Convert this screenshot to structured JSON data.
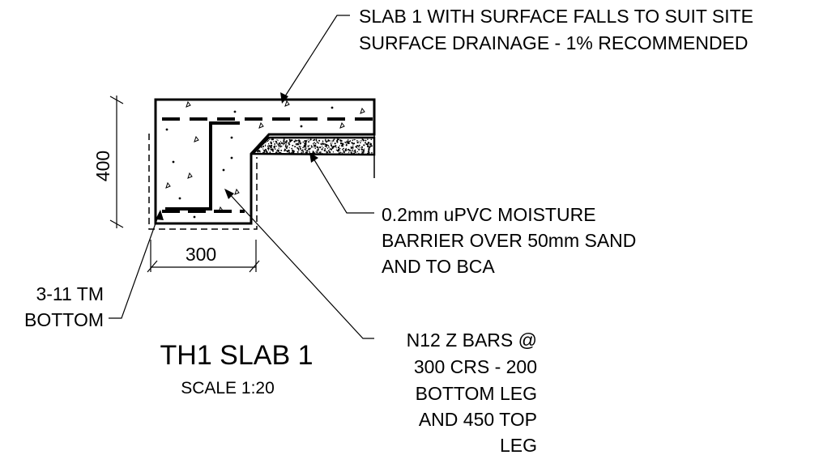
{
  "notes": {
    "slab_note_line1": "SLAB 1 WITH SURFACE FALLS TO SUIT SITE",
    "slab_note_line2": "SURFACE DRAINAGE - 1% RECOMMENDED",
    "barrier_line1": "0.2mm uPVC MOISTURE",
    "barrier_line2": "BARRIER OVER 50mm SAND",
    "barrier_line3": "AND TO BCA",
    "bars_line1": "N12 Z BARS @",
    "bars_line2": "300 CRS - 200",
    "bars_line3": "BOTTOM LEG",
    "bars_line4": "AND 450 TOP",
    "bars_line5": "LEG",
    "mesh_line1": "3-11 TM",
    "mesh_line2": "BOTTOM"
  },
  "dimensions": {
    "height": "400",
    "width": "300"
  },
  "title": {
    "main": "TH1 SLAB 1",
    "scale": "SCALE 1:20"
  }
}
